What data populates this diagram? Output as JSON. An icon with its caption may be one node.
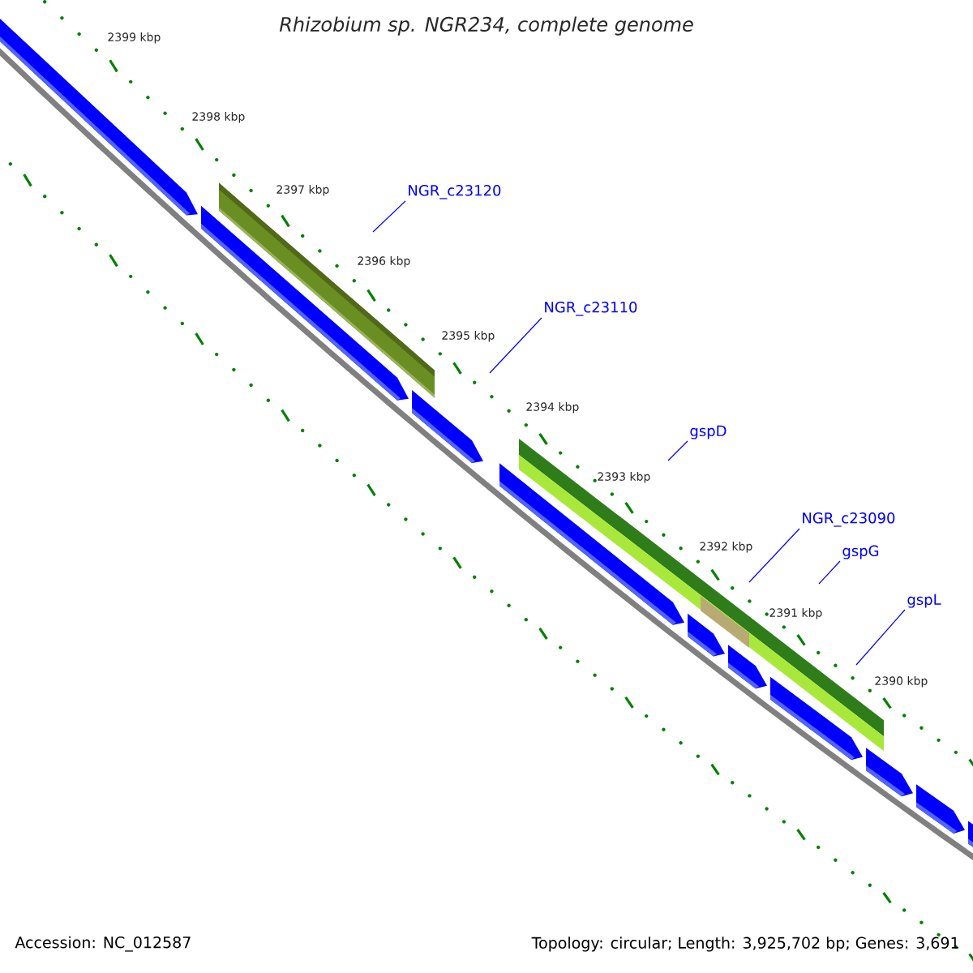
{
  "diagram": {
    "title": "Rhizobium sp. NGR234, complete genome",
    "nodes": [
      {
        "text": [
          "NGR_c23120"
        ]
      },
      {
        "text": [
          "NGR_c23110"
        ]
      },
      {
        "text": [
          "gspD"
        ]
      },
      {
        "text": [
          "NGR_c23090"
        ]
      },
      {
        "text": [
          "gspG"
        ]
      },
      {
        "text": [
          "gspL"
        ]
      }
    ],
    "edges": [
      {
        "from": 0,
        "to": null,
        "arrow": "none"
      },
      {
        "from": 1,
        "to": null,
        "arrow": "none"
      },
      {
        "from": 2,
        "to": null,
        "arrow": "none"
      },
      {
        "from": 3,
        "to": null,
        "arrow": "none"
      },
      {
        "from": 4,
        "to": null,
        "arrow": "none"
      },
      {
        "from": 5,
        "to": null,
        "arrow": "none"
      }
    ],
    "labels": [
      "2399 kbp",
      "2398 kbp",
      "2397 kbp",
      "2396 kbp",
      "2395 kbp",
      "2394 kbp",
      "2393 kbp",
      "2392 kbp",
      "2391 kbp",
      "2390 kbp",
      "Accession: NC_012587",
      "Topology: circular; Length: 3,925,702 bp; Genes: 3,691"
    ]
  }
}
